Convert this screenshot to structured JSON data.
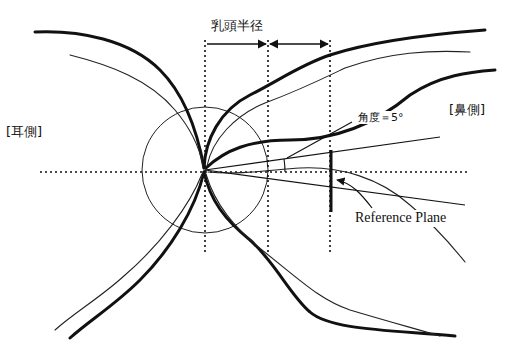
{
  "diagram": {
    "labels": [
      "乳頭半径",
      "[耳側]",
      "[鼻側]",
      "角度＝5°",
      "Reference Plane"
    ]
  }
}
